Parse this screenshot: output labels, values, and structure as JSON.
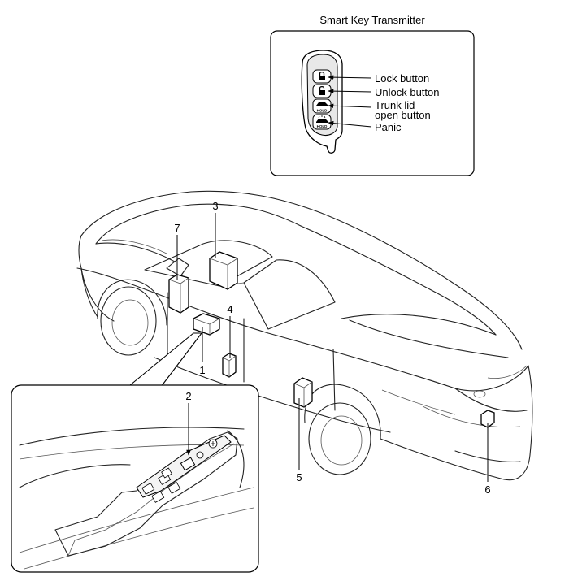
{
  "key_fob": {
    "title": "Smart Key Transmitter",
    "buttons": [
      {
        "label": "Lock button"
      },
      {
        "label": "Unlock button"
      },
      {
        "label": "Trunk lid",
        "label2": "open button"
      },
      {
        "label": "Panic"
      }
    ],
    "hold_text": "HOLD"
  },
  "components": [
    {
      "number": "1"
    },
    {
      "number": "2"
    },
    {
      "number": "3"
    },
    {
      "number": "4"
    },
    {
      "number": "5"
    },
    {
      "number": "6"
    },
    {
      "number": "7"
    }
  ]
}
